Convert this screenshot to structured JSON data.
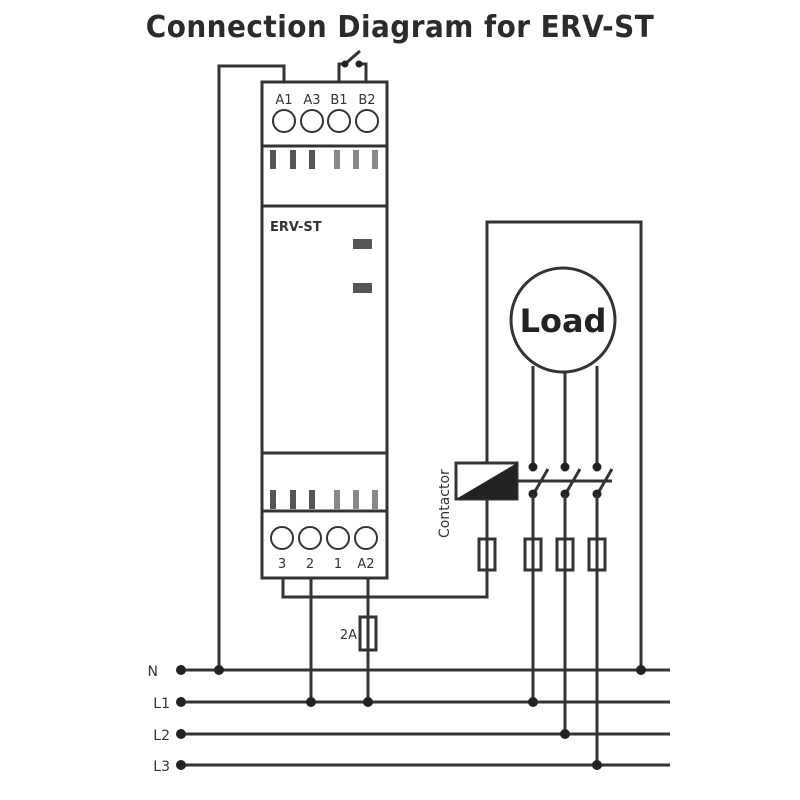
{
  "title": "Connection Diagram for ERV-ST",
  "device": {
    "name": "ERV-ST",
    "top_terminals": [
      "A1",
      "A3",
      "B1",
      "B2"
    ],
    "bottom_terminals": [
      "3",
      "2",
      "1",
      "A2"
    ]
  },
  "load_label": "Load",
  "contactor_label": "Contactor",
  "control_fuse_label": "2A",
  "bus_lines": [
    "N",
    "L1",
    "L2",
    "L3"
  ],
  "colors": {
    "line": "#333333",
    "led_dark": "#555555",
    "pin_dark": "#555555",
    "pin_light": "#888888",
    "text": "#2b2b2b"
  }
}
